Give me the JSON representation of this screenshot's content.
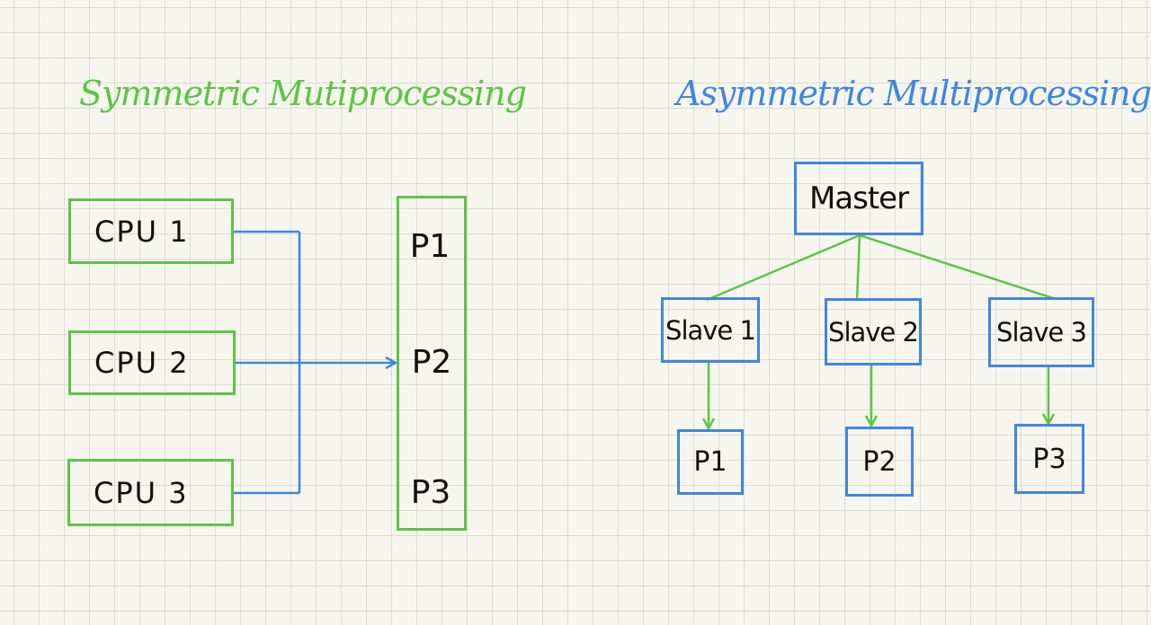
{
  "left": {
    "title": "Symmetric Mutiprocessing",
    "title_color": "#5cc545",
    "cpus": [
      "CPU 1",
      "CPU 2",
      "CPU 3"
    ],
    "processes": [
      "P1",
      "P2",
      "P3"
    ]
  },
  "right": {
    "title": "Asymmetric Multiprocessing",
    "title_color": "#3f86e4",
    "master": "Master",
    "slaves": [
      "Slave 1",
      "Slave 2",
      "Slave 3"
    ],
    "processes": [
      "P1",
      "P2",
      "P3"
    ]
  },
  "colors": {
    "green": "#5cc545",
    "blue": "#3f86e4",
    "grid": "#dcdcd2",
    "background": "#f7f6ee"
  }
}
